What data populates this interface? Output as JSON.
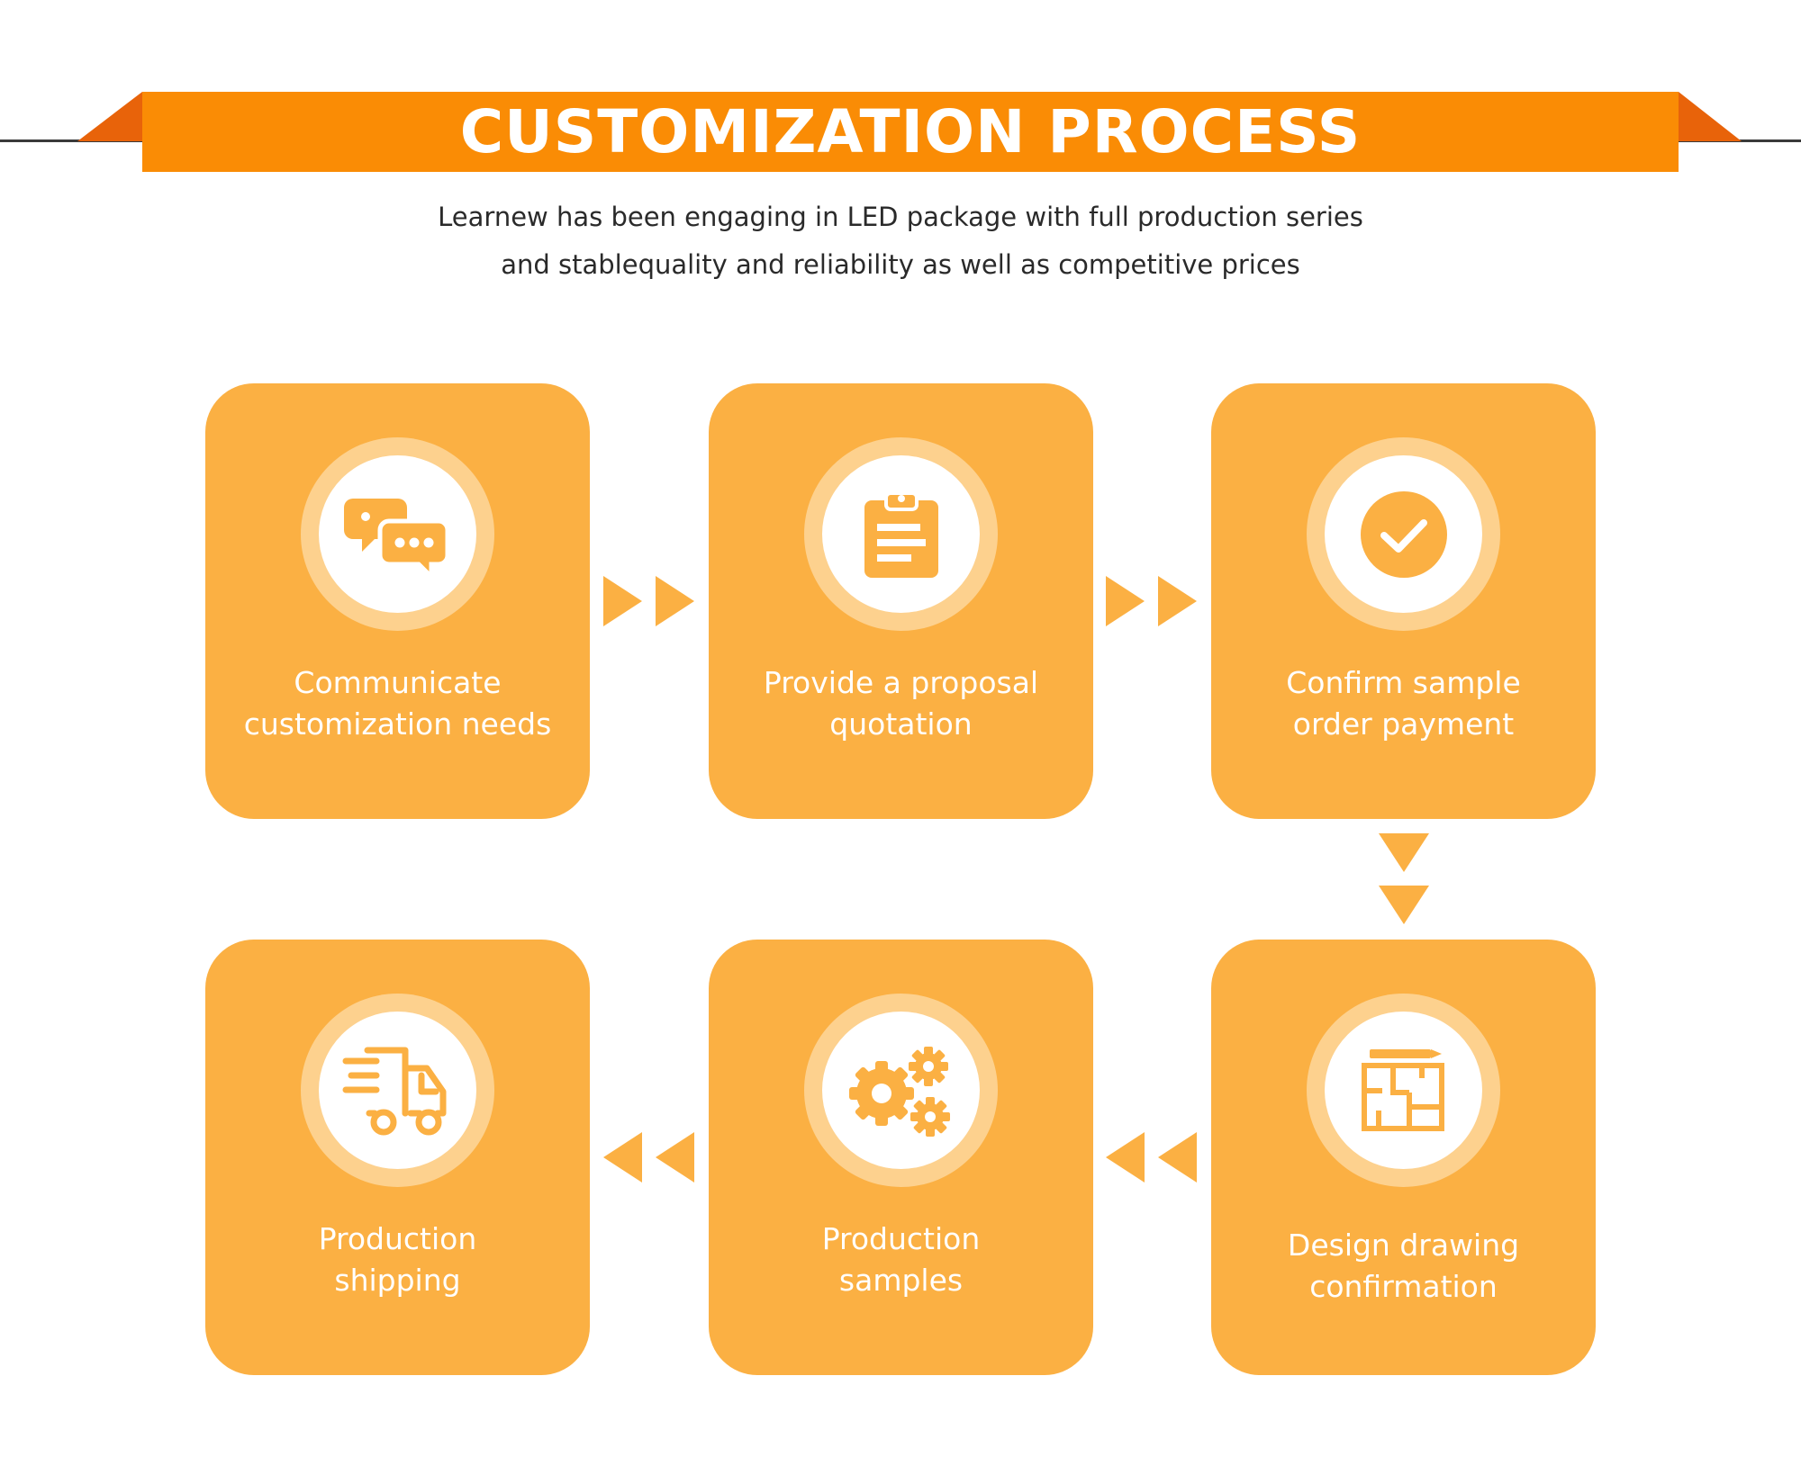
{
  "header": {
    "title": "CUSTOMIZATION PROCESS",
    "subtitle_line1": "Learnew has been engaging in LED package with full production series",
    "subtitle_line2": "and stablequality and reliability as well as competitive prices"
  },
  "steps": [
    {
      "label_line1": "Communicate",
      "label_line2": "customization needs",
      "icon": "chat-bubbles-icon"
    },
    {
      "label_line1": "Provide a proposal",
      "label_line2": "quotation",
      "icon": "clipboard-icon"
    },
    {
      "label_line1": "Confirm sample",
      "label_line2": "order payment",
      "icon": "checkmark-icon"
    },
    {
      "label_line1": "Design drawing",
      "label_line2": "confirmation",
      "icon": "floor-plan-icon"
    },
    {
      "label_line1": "Production",
      "label_line2": "samples",
      "icon": "gears-icon"
    },
    {
      "label_line1": "Production",
      "label_line2": "shipping",
      "icon": "delivery-truck-icon"
    }
  ],
  "colors": {
    "banner": "#fa8c05",
    "banner_wing": "#e8630a",
    "card": "#fbb043",
    "ring": "#fdd18e",
    "icon": "#fbb043",
    "arrow": "#fbb043"
  }
}
